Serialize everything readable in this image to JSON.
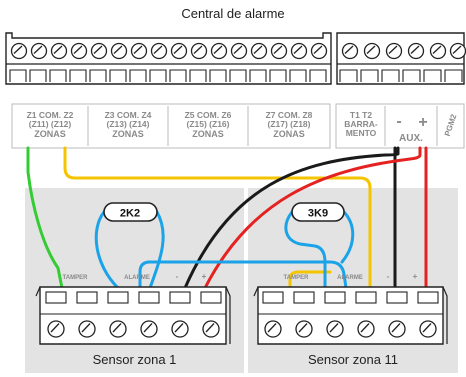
{
  "title": "Central de alarme",
  "zone_labels": [
    {
      "line1": "Z1 COM. Z2",
      "line2": "(Z11)  (Z12)",
      "line3": "ZONAS"
    },
    {
      "line1": "Z3 COM. Z4",
      "line2": "(Z13)  (Z14)",
      "line3": "ZONAS"
    },
    {
      "line1": "Z5 COM. Z6",
      "line2": "(Z15)  (Z16)",
      "line3": "ZONAS"
    },
    {
      "line1": "Z7 COM. Z8",
      "line2": "(Z17)  (Z18)",
      "line3": "ZONAS"
    }
  ],
  "barramento_label": {
    "line1": "T1  T2",
    "line2": "BARRA-",
    "line3": "MENTO"
  },
  "aux_label": {
    "minus": "-",
    "plus": "+",
    "text": "AUX."
  },
  "pgm_label": "PGM2",
  "resistors": [
    {
      "label": "2K2"
    },
    {
      "label": "3K9"
    }
  ],
  "sensors": [
    {
      "caption": "Sensor zona 1",
      "tamper": "TAMPER",
      "alarme": "ALARME",
      "minus": "-",
      "plus": "+"
    },
    {
      "caption": "Sensor zona 11",
      "tamper": "TAMPER",
      "alarme": "ALARME",
      "minus": "-",
      "plus": "+"
    }
  ],
  "wire_colors": {
    "green": "#33cc33",
    "yellow": "#f5c400",
    "blue": "#1aa3e8",
    "black": "#1a1a1a",
    "red": "#e52222"
  }
}
